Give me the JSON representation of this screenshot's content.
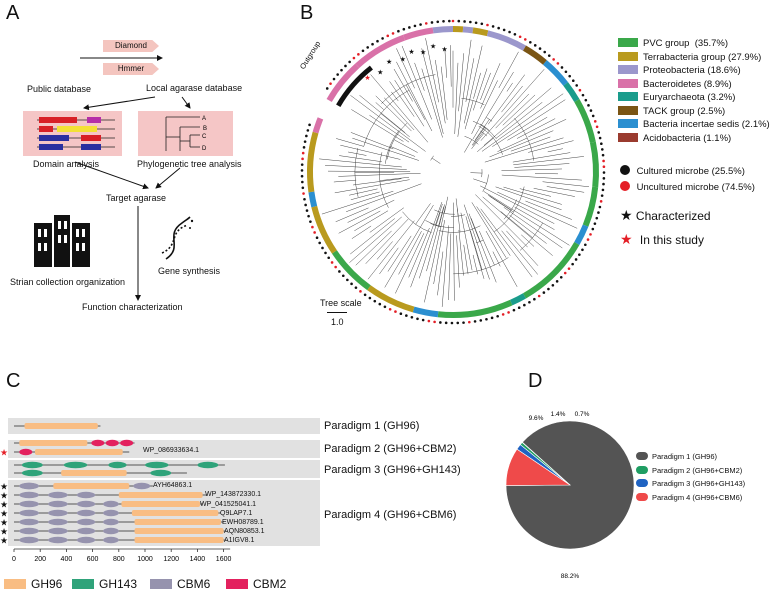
{
  "panels": {
    "a": "A",
    "b": "B",
    "c": "C",
    "d": "D"
  },
  "panelA": {
    "diamond": "Diamond",
    "hmmer": "Hmmer",
    "public_db": "Public database",
    "local_db": "Local agarase database",
    "domain_analysis": "Domain analysis",
    "phylo_analysis": "Phylogenetic tree analysis",
    "target": "Target agarase",
    "strain": "Strian collection organization",
    "gene_synth": "Gene synthesis",
    "function": "Function characterization",
    "tree_letters": [
      "A",
      "B",
      "C",
      "D"
    ]
  },
  "panelB": {
    "outgroup": "Outgroup",
    "tree_scale": "Tree scale",
    "scale_value": "1.0",
    "legend": [
      {
        "label": "PVC group  (35.7%)",
        "color": "#3aa84a"
      },
      {
        "label": "Terrabacteria group (27.9%)",
        "color": "#b99a1e"
      },
      {
        "label": "Proteobacteria (18.6%)",
        "color": "#9b97cc"
      },
      {
        "label": "Bacteroidetes (8.9%)",
        "color": "#d971a8"
      },
      {
        "label": "Euryarchaeota (3.2%)",
        "color": "#1a9c8c"
      },
      {
        "label": "TACK group (2.5%)",
        "color": "#7a5514"
      },
      {
        "label": "Bacteria incertae sedis (2.1%)",
        "color": "#2b8fd0"
      },
      {
        "label": "Acidobacteria (1.1%)",
        "color": "#9a3b2f"
      }
    ],
    "cultured": "Cultured microbe (25.5%)",
    "uncultured": "Uncultured microbe (74.5%)",
    "characterized": "Characterized",
    "in_this_study": "In this study"
  },
  "panelC": {
    "paradigms": [
      "Paradigm 1 (GH96)",
      "Paradigm 2 (GH96+CBM2)",
      "Paradigm 3 (GH96+GH143)",
      "Paradigm 4 (GH96+CBM6)"
    ],
    "accessions": [
      "WP_086933634.1",
      "AYH64863.1",
      "WP_143872330.1",
      "WP_041525041.1",
      "Q9LAP7.1",
      "EWH08789.1",
      "AQN80853.1",
      "A1IGV8.1"
    ],
    "axis_ticks": [
      "0",
      "200",
      "400",
      "600",
      "800",
      "1000",
      "1200",
      "1400",
      "1600"
    ],
    "legend": [
      {
        "label": "GH96",
        "color": "#f9bd83"
      },
      {
        "label": "GH143",
        "color": "#2fa37a"
      },
      {
        "label": "CBM6",
        "color": "#9693ae"
      },
      {
        "label": "CBM2",
        "color": "#e3215e"
      }
    ]
  },
  "chart_data": {
    "type": "pie",
    "labels": [
      "Paradigm 1 (GH96)",
      "Paradigm 2 (GH96+CBM2)",
      "Paradigm 3 (GH96+GH143)",
      "Paradigm 4 (GH96+CBM6)"
    ],
    "values": [
      88.2,
      0.7,
      1.4,
      9.6
    ],
    "value_labels": [
      "88.2%",
      "0.7%",
      "1.4%",
      "9.6%"
    ],
    "colors": [
      "#545454",
      "#1f9e63",
      "#1f63c2",
      "#ef4a4a"
    ],
    "legend_placement": "right"
  }
}
